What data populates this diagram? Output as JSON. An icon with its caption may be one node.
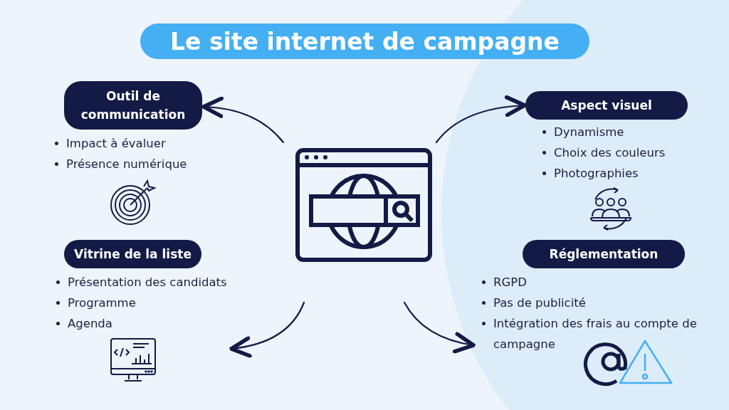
{
  "diagram": {
    "title": "Le site internet de campagne",
    "nodes": [
      {
        "text": [
          "Outil de communication"
        ],
        "beside": [
          "Impact à évaluer",
          "Présence numérique"
        ]
      },
      {
        "text": [
          "Aspect visuel"
        ],
        "beside": [
          "Dynamisme",
          "Choix des couleurs",
          "Photographies"
        ]
      },
      {
        "text": [],
        "shape": "picture"
      },
      {
        "text": [
          "Vitrine de la liste"
        ],
        "beside": [
          "Présentation des candidats",
          "Programme",
          "Agenda"
        ]
      },
      {
        "text": [
          "Réglementation"
        ],
        "beside": [
          "RGPD",
          "Pas de publicité",
          "Intégration des frais au compte de campagne"
        ]
      }
    ],
    "edges": [
      {
        "from": 2,
        "to": 0,
        "arrow": "to"
      },
      {
        "from": 2,
        "to": 1,
        "arrow": "to"
      },
      {
        "from": 2,
        "to": 3,
        "arrow": "to"
      },
      {
        "from": 2,
        "to": 4,
        "arrow": "to"
      }
    ]
  }
}
